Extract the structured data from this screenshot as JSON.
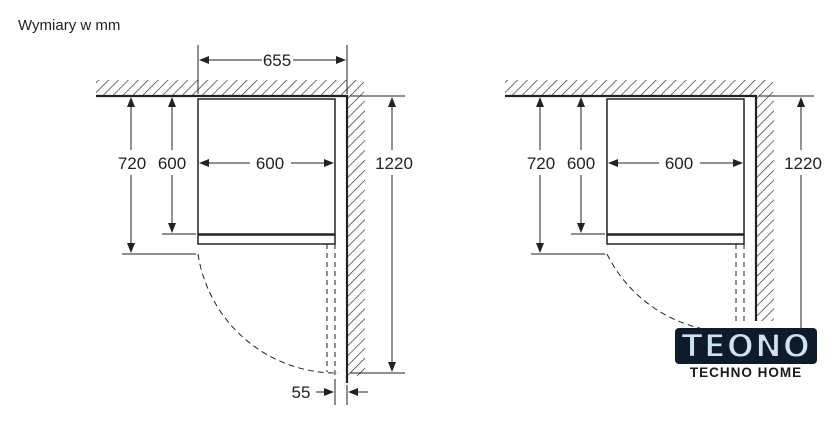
{
  "title": "Wymiary w mm",
  "diagrams": [
    {
      "width_total": "655",
      "depth_open": "720",
      "depth_body": "600",
      "width_body": "600",
      "clearance": "1220",
      "side_gap": "55"
    },
    {
      "depth_open": "720",
      "depth_body": "600",
      "width_body": "600",
      "clearance": "1220"
    }
  ],
  "logo": {
    "main": "TEONO",
    "sub": "TECHNO HOME"
  }
}
